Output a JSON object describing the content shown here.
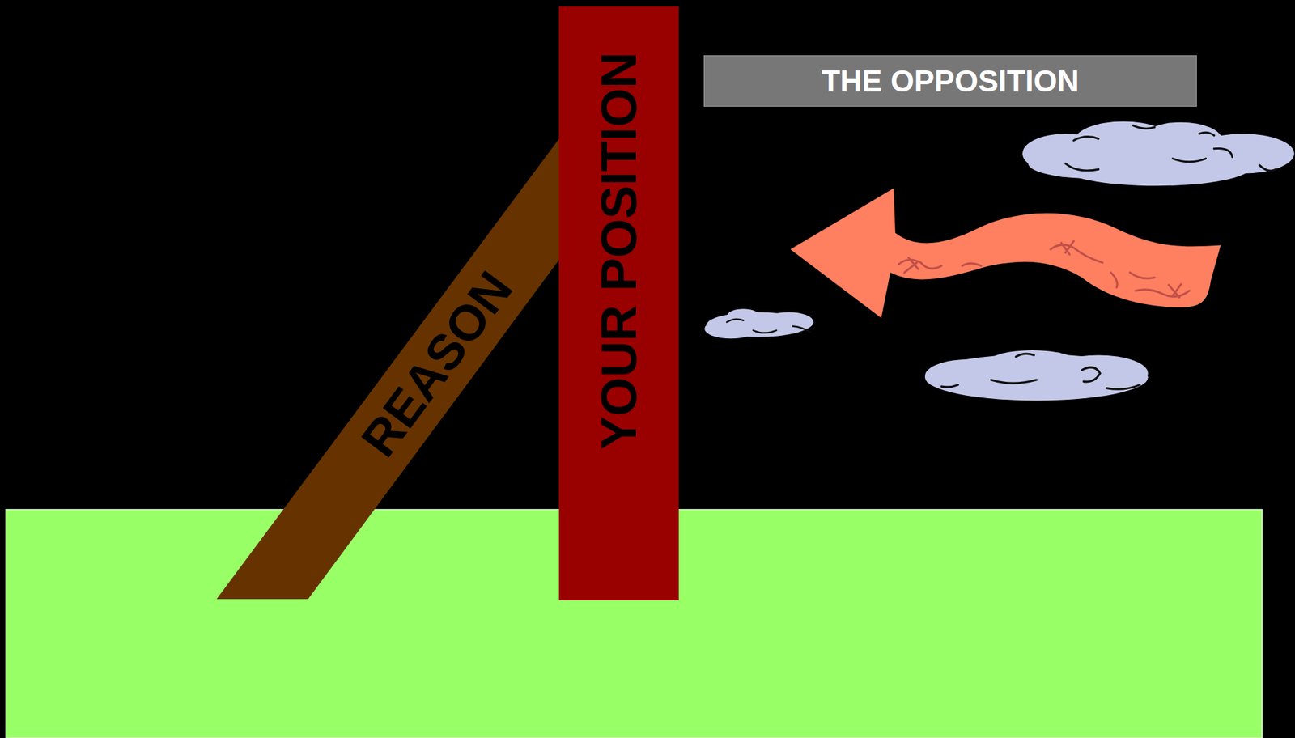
{
  "diagram": {
    "nodes": [
      {
        "text": [
          "REASON"
        ]
      },
      {
        "text": [
          "YOUR POSITION"
        ]
      },
      {
        "text": [
          "THE OPPOSITION"
        ]
      }
    ]
  }
}
